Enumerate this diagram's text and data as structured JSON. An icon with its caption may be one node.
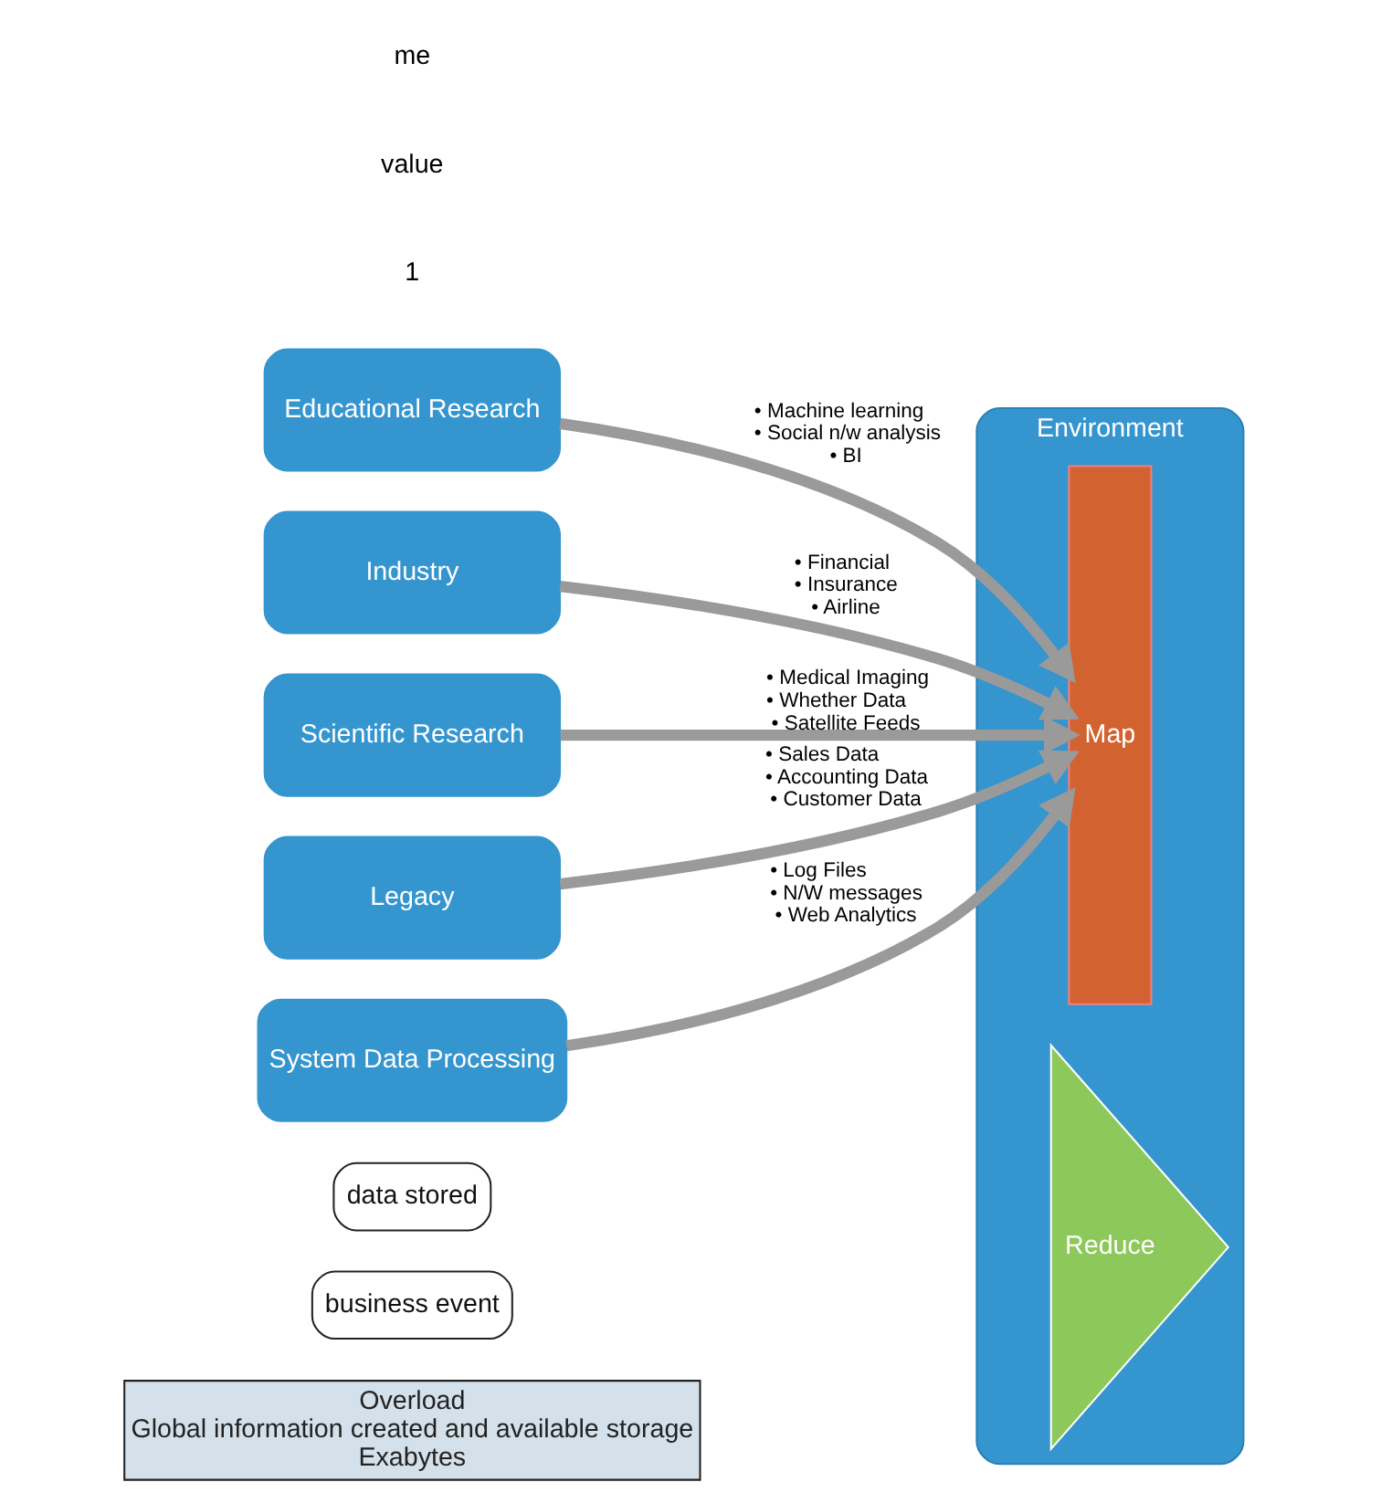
{
  "diagram": {
    "nodes": [
      {
        "text": [
          "Overload",
          "Global information created and available storage",
          "Exabytes"
        ]
      },
      {
        "text": [
          "business event"
        ]
      },
      {
        "text": [
          "data stored"
        ]
      },
      {
        "text": [
          "Environment"
        ]
      },
      {
        "text": [
          "Educational Research"
        ]
      },
      {
        "text": [
          "Industry"
        ]
      },
      {
        "text": [
          "Scientific Research"
        ]
      },
      {
        "text": [
          "Legacy"
        ]
      },
      {
        "text": [
          "System Data Processing"
        ]
      },
      {
        "text": [
          "Map"
        ],
        "in": 3
      },
      {
        "text": [
          "Reduce"
        ],
        "in": 3
      }
    ],
    "edges": [
      {
        "from": 4,
        "to": 9,
        "arrow": "to",
        "label": "• Machine learning • Social n/w analysis • BI"
      },
      {
        "from": 5,
        "to": 9,
        "arrow": "to",
        "label": "• Financial • Insurance • Airline"
      },
      {
        "from": 6,
        "to": 9,
        "arrow": "to",
        "label": "• Medical Imaging • Whether Data • Satellite Feeds"
      },
      {
        "from": 7,
        "to": 9,
        "arrow": "to",
        "label": "• Sales Data • Accounting Data • Customer Data"
      },
      {
        "from": 8,
        "to": 9,
        "arrow": "to",
        "label": "• Log Files • N/W messages • Web Analytics"
      }
    ],
    "labels": [
      "1",
      "value",
      "me"
    ]
  }
}
